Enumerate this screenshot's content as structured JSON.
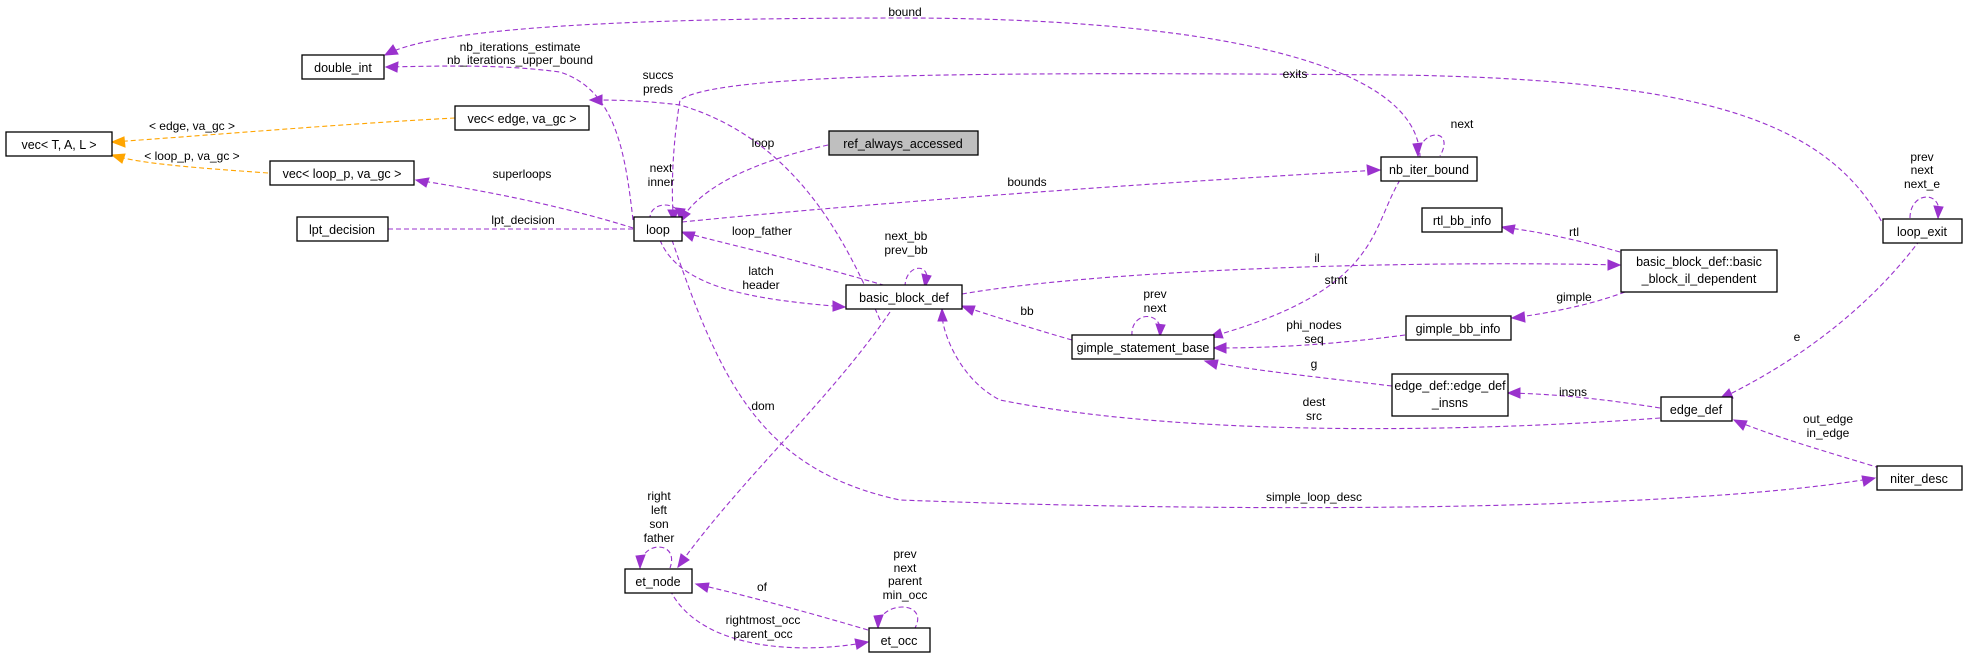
{
  "nodes": {
    "double_int": "double_int",
    "vec_tal": "vec< T, A, L >",
    "vec_edge": "vec< edge, va_gc >",
    "vec_loop_p": "vec< loop_p, va_gc >",
    "lpt_decision": "lpt_decision",
    "loop": "loop",
    "ref_always_accessed": "ref_always_accessed",
    "basic_block_def": "basic_block_def",
    "nb_iter_bound": "nb_iter_bound",
    "rtl_bb_info": "rtl_bb_info",
    "il_dependent_1": "basic_block_def::basic",
    "il_dependent_2": "_block_il_dependent",
    "gimple_statement_base": "gimple_statement_base",
    "gimple_bb_info": "gimple_bb_info",
    "edge_def_insns_1": "edge_def::edge_def",
    "edge_def_insns_2": "_insns",
    "edge_def": "edge_def",
    "loop_exit": "loop_exit",
    "niter_desc": "niter_desc",
    "et_node": "et_node",
    "et_occ": "et_occ"
  },
  "edge_labels": {
    "bound": "bound",
    "nb_iterations_estimate": "nb_iterations_estimate",
    "nb_iterations_upper_bound": "nb_iterations_upper_bound",
    "exits": "exits",
    "succs": "succs",
    "preds": "preds",
    "edge_va_gc": "< edge, va_gc >",
    "loop_p_va_gc": "< loop_p, va_gc >",
    "superloops": "superloops",
    "loop_ref": "loop",
    "next_loop": "next",
    "inner": "inner",
    "lpt_decision": "lpt_decision",
    "bounds": "bounds",
    "next_nb": "next",
    "loop_father": "loop_father",
    "next_bb": "next_bb",
    "prev_bb": "prev_bb",
    "il": "il",
    "rtl": "rtl",
    "latch": "latch",
    "header": "header",
    "stmt": "stmt",
    "prev_g": "prev",
    "next_g": "next",
    "gimple": "gimple",
    "bb": "bb",
    "phi_nodes": "phi_nodes",
    "seq": "seq",
    "g": "g",
    "insns": "insns",
    "e": "e",
    "dest": "dest",
    "src": "src",
    "dom": "dom",
    "out_edge": "out_edge",
    "in_edge": "in_edge",
    "simple_loop_desc": "simple_loop_desc",
    "prev_le": "prev",
    "next_le": "next",
    "next_e": "next_e",
    "right": "right",
    "left": "left",
    "son": "son",
    "father": "father",
    "prev_o": "prev",
    "next_o": "next",
    "parent": "parent",
    "min_occ": "min_occ",
    "of": "of",
    "rightmost_occ": "rightmost_occ",
    "parent_occ": "parent_occ"
  },
  "colors": {
    "member_edge": "#9a32cd",
    "template_edge": "#ffa500",
    "highlight_fill": "#bfbfbf"
  }
}
